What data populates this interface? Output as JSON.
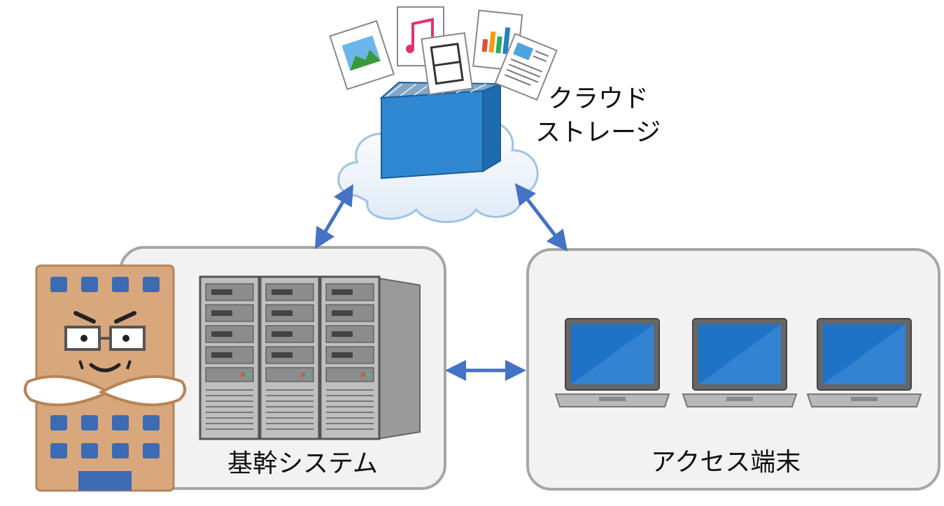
{
  "labels": {
    "cloud_line1": "クラウド",
    "cloud_line2": "ストレージ",
    "core_system": "基幹システム",
    "access_terminal": "アクセス端末"
  },
  "icons": {
    "building": "office-building-character-icon",
    "server": "server-rack-icon",
    "laptop": "laptop-icon",
    "cloud": "cloud-icon",
    "storage": "book-storage-icon",
    "image_file": "image-file-icon",
    "music_file": "music-file-icon",
    "video_file": "video-file-icon",
    "chart_file": "chart-file-icon",
    "document_file": "document-file-icon"
  },
  "colors": {
    "arrow": "#4472c4",
    "box_fill": "#f2f2f2",
    "box_border": "#a6a6a6",
    "laptop_screen": "#1e73c8",
    "storage_blue": "#2f87d1",
    "building": "#d9a77c"
  }
}
